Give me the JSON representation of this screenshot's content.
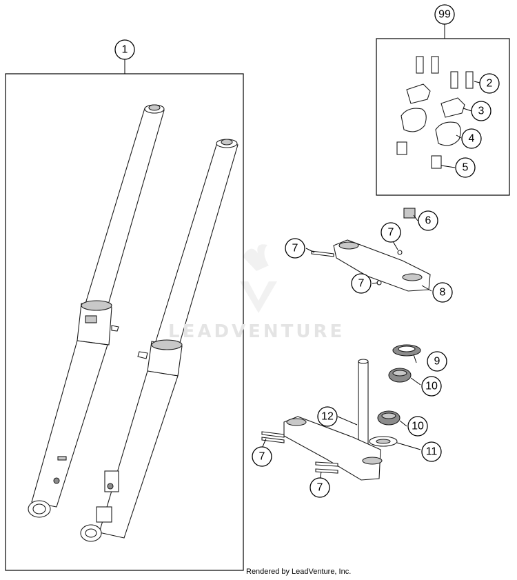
{
  "callouts": {
    "c1": "1",
    "c2": "2",
    "c3": "3",
    "c4": "4",
    "c5": "5",
    "c6": "6",
    "c7a": "7",
    "c7b": "7",
    "c7c": "7",
    "c7d": "7",
    "c7e": "7",
    "c8": "8",
    "c9": "9",
    "c10a": "10",
    "c10b": "10",
    "c11": "11",
    "c12": "12",
    "c99": "99"
  },
  "watermark": "LEADVENTURE",
  "footer": "Rendered by LeadVenture, Inc."
}
